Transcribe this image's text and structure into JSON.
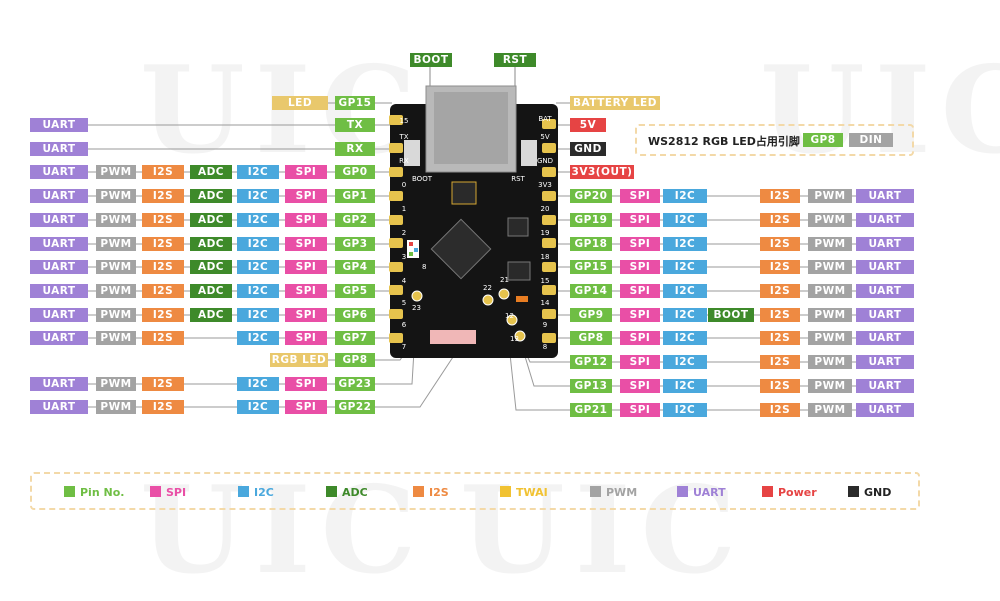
{
  "colors": {
    "pin": "#6fbe44",
    "spi": "#e94fa6",
    "i2c": "#4aa8dd",
    "adc": "#3e8a2a",
    "i2s": "#ee8a42",
    "twai": "#f1c232",
    "pwm": "#a3a3a3",
    "uart": "#9f81d6",
    "power": "#e64444",
    "gnd": "#2b2b2b",
    "note": "#e9c86c"
  },
  "top_labels": {
    "boot": "BOOT",
    "rst": "RST"
  },
  "left_rows": [
    {
      "pin": "GP15",
      "labels": [
        {
          "type": "note",
          "text": "LED"
        }
      ]
    },
    {
      "pin": "TX",
      "labels": [
        {
          "type": "uart",
          "text": "UART"
        }
      ]
    },
    {
      "pin": "RX",
      "labels": [
        {
          "type": "uart",
          "text": "UART"
        }
      ]
    },
    {
      "pin": "GP0",
      "labels": [
        {
          "type": "uart",
          "text": "UART"
        },
        {
          "type": "pwm",
          "text": "PWM"
        },
        {
          "type": "i2s",
          "text": "I2S"
        },
        {
          "type": "adc",
          "text": "ADC"
        },
        {
          "type": "i2c",
          "text": "I2C"
        },
        {
          "type": "spi",
          "text": "SPI"
        }
      ]
    },
    {
      "pin": "GP1",
      "labels": [
        {
          "type": "uart",
          "text": "UART"
        },
        {
          "type": "pwm",
          "text": "PWM"
        },
        {
          "type": "i2s",
          "text": "I2S"
        },
        {
          "type": "adc",
          "text": "ADC"
        },
        {
          "type": "i2c",
          "text": "I2C"
        },
        {
          "type": "spi",
          "text": "SPI"
        }
      ]
    },
    {
      "pin": "GP2",
      "labels": [
        {
          "type": "uart",
          "text": "UART"
        },
        {
          "type": "pwm",
          "text": "PWM"
        },
        {
          "type": "i2s",
          "text": "I2S"
        },
        {
          "type": "adc",
          "text": "ADC"
        },
        {
          "type": "i2c",
          "text": "I2C"
        },
        {
          "type": "spi",
          "text": "SPI"
        }
      ]
    },
    {
      "pin": "GP3",
      "labels": [
        {
          "type": "uart",
          "text": "UART"
        },
        {
          "type": "pwm",
          "text": "PWM"
        },
        {
          "type": "i2s",
          "text": "I2S"
        },
        {
          "type": "adc",
          "text": "ADC"
        },
        {
          "type": "i2c",
          "text": "I2C"
        },
        {
          "type": "spi",
          "text": "SPI"
        }
      ]
    },
    {
      "pin": "GP4",
      "labels": [
        {
          "type": "uart",
          "text": "UART"
        },
        {
          "type": "pwm",
          "text": "PWM"
        },
        {
          "type": "i2s",
          "text": "I2S"
        },
        {
          "type": "adc",
          "text": "ADC"
        },
        {
          "type": "i2c",
          "text": "I2C"
        },
        {
          "type": "spi",
          "text": "SPI"
        }
      ]
    },
    {
      "pin": "GP5",
      "labels": [
        {
          "type": "uart",
          "text": "UART"
        },
        {
          "type": "pwm",
          "text": "PWM"
        },
        {
          "type": "i2s",
          "text": "I2S"
        },
        {
          "type": "adc",
          "text": "ADC"
        },
        {
          "type": "i2c",
          "text": "I2C"
        },
        {
          "type": "spi",
          "text": "SPI"
        }
      ]
    },
    {
      "pin": "GP6",
      "labels": [
        {
          "type": "uart",
          "text": "UART"
        },
        {
          "type": "pwm",
          "text": "PWM"
        },
        {
          "type": "i2s",
          "text": "I2S"
        },
        {
          "type": "adc",
          "text": "ADC"
        },
        {
          "type": "i2c",
          "text": "I2C"
        },
        {
          "type": "spi",
          "text": "SPI"
        }
      ]
    },
    {
      "pin": "GP7",
      "labels": [
        {
          "type": "uart",
          "text": "UART"
        },
        {
          "type": "pwm",
          "text": "PWM"
        },
        {
          "type": "i2s",
          "text": "I2S"
        },
        {
          "type": "i2c",
          "text": "I2C"
        },
        {
          "type": "spi",
          "text": "SPI"
        }
      ]
    },
    {
      "pin": "GP8",
      "labels": [
        {
          "type": "note",
          "text": "RGB LED"
        }
      ]
    },
    {
      "pin": "GP23",
      "labels": [
        {
          "type": "uart",
          "text": "UART"
        },
        {
          "type": "pwm",
          "text": "PWM"
        },
        {
          "type": "i2s",
          "text": "I2S"
        },
        {
          "type": "i2c",
          "text": "I2C"
        },
        {
          "type": "spi",
          "text": "SPI"
        }
      ]
    },
    {
      "pin": "GP22",
      "labels": [
        {
          "type": "uart",
          "text": "UART"
        },
        {
          "type": "pwm",
          "text": "PWM"
        },
        {
          "type": "i2s",
          "text": "I2S"
        },
        {
          "type": "i2c",
          "text": "I2C"
        },
        {
          "type": "spi",
          "text": "SPI"
        }
      ]
    }
  ],
  "right_rows": [
    {
      "pin": "BATTERY LED",
      "type": "note",
      "labels": []
    },
    {
      "pin": "5V",
      "type": "power",
      "labels": []
    },
    {
      "pin": "GND",
      "type": "gnd",
      "labels": []
    },
    {
      "pin": "3V3(OUT)",
      "type": "power",
      "labels": []
    },
    {
      "pin": "GP20",
      "type": "pin",
      "labels": [
        {
          "type": "spi",
          "text": "SPI"
        },
        {
          "type": "i2c",
          "text": "I2C"
        },
        {
          "type": "i2s",
          "text": "I2S"
        },
        {
          "type": "pwm",
          "text": "PWM"
        },
        {
          "type": "uart",
          "text": "UART"
        }
      ]
    },
    {
      "pin": "GP19",
      "type": "pin",
      "labels": [
        {
          "type": "spi",
          "text": "SPI"
        },
        {
          "type": "i2c",
          "text": "I2C"
        },
        {
          "type": "i2s",
          "text": "I2S"
        },
        {
          "type": "pwm",
          "text": "PWM"
        },
        {
          "type": "uart",
          "text": "UART"
        }
      ]
    },
    {
      "pin": "GP18",
      "type": "pin",
      "labels": [
        {
          "type": "spi",
          "text": "SPI"
        },
        {
          "type": "i2c",
          "text": "I2C"
        },
        {
          "type": "i2s",
          "text": "I2S"
        },
        {
          "type": "pwm",
          "text": "PWM"
        },
        {
          "type": "uart",
          "text": "UART"
        }
      ]
    },
    {
      "pin": "GP15",
      "type": "pin",
      "labels": [
        {
          "type": "spi",
          "text": "SPI"
        },
        {
          "type": "i2c",
          "text": "I2C"
        },
        {
          "type": "i2s",
          "text": "I2S"
        },
        {
          "type": "pwm",
          "text": "PWM"
        },
        {
          "type": "uart",
          "text": "UART"
        }
      ]
    },
    {
      "pin": "GP14",
      "type": "pin",
      "labels": [
        {
          "type": "spi",
          "text": "SPI"
        },
        {
          "type": "i2c",
          "text": "I2C"
        },
        {
          "type": "i2s",
          "text": "I2S"
        },
        {
          "type": "pwm",
          "text": "PWM"
        },
        {
          "type": "uart",
          "text": "UART"
        }
      ]
    },
    {
      "pin": "GP9",
      "type": "pin",
      "labels": [
        {
          "type": "spi",
          "text": "SPI"
        },
        {
          "type": "i2c",
          "text": "I2C"
        },
        {
          "type": "adc",
          "text": "BOOT"
        },
        {
          "type": "i2s",
          "text": "I2S"
        },
        {
          "type": "pwm",
          "text": "PWM"
        },
        {
          "type": "uart",
          "text": "UART"
        }
      ]
    },
    {
      "pin": "GP8",
      "type": "pin",
      "labels": [
        {
          "type": "spi",
          "text": "SPI"
        },
        {
          "type": "i2c",
          "text": "I2C"
        },
        {
          "type": "i2s",
          "text": "I2S"
        },
        {
          "type": "pwm",
          "text": "PWM"
        },
        {
          "type": "uart",
          "text": "UART"
        }
      ]
    },
    {
      "pin": "GP12",
      "type": "pin",
      "labels": [
        {
          "type": "spi",
          "text": "SPI"
        },
        {
          "type": "i2c",
          "text": "I2C"
        },
        {
          "type": "i2s",
          "text": "I2S"
        },
        {
          "type": "pwm",
          "text": "PWM"
        },
        {
          "type": "uart",
          "text": "UART"
        }
      ]
    },
    {
      "pin": "GP13",
      "type": "pin",
      "labels": [
        {
          "type": "spi",
          "text": "SPI"
        },
        {
          "type": "i2c",
          "text": "I2C"
        },
        {
          "type": "i2s",
          "text": "I2S"
        },
        {
          "type": "pwm",
          "text": "PWM"
        },
        {
          "type": "uart",
          "text": "UART"
        }
      ]
    },
    {
      "pin": "GP21",
      "type": "pin",
      "labels": [
        {
          "type": "spi",
          "text": "SPI"
        },
        {
          "type": "i2c",
          "text": "I2C"
        },
        {
          "type": "i2s",
          "text": "I2S"
        },
        {
          "type": "pwm",
          "text": "PWM"
        },
        {
          "type": "uart",
          "text": "UART"
        }
      ]
    }
  ],
  "board": {
    "silk_left": [
      "15",
      "TX",
      "RX",
      "0",
      "1",
      "2",
      "3",
      "4",
      "5",
      "6",
      "7"
    ],
    "silk_right": [
      "BAT",
      "5V",
      "GND",
      "3V3",
      "20",
      "19",
      "18",
      "15",
      "14",
      "9",
      "8"
    ],
    "boot_text": "BOOT",
    "rst_text": "RST",
    "pad_23": "23",
    "pad_22": "22",
    "pad_21": "21",
    "pad_12": "12",
    "pad_13": "13",
    "rgb_num": "8"
  },
  "ws2812": {
    "text": "WS2812 RGB LED占用引脚",
    "pin": "GP8",
    "din": "DIN"
  },
  "legend": [
    {
      "type": "pin",
      "text": "Pin No."
    },
    {
      "type": "spi",
      "text": "SPI"
    },
    {
      "type": "i2c",
      "text": "I2C"
    },
    {
      "type": "adc",
      "text": "ADC"
    },
    {
      "type": "i2s",
      "text": "I2S"
    },
    {
      "type": "twai",
      "text": "TWAI"
    },
    {
      "type": "pwm",
      "text": "PWM"
    },
    {
      "type": "uart",
      "text": "UART"
    },
    {
      "type": "power",
      "text": "Power"
    },
    {
      "type": "gnd",
      "text": "GND"
    }
  ]
}
